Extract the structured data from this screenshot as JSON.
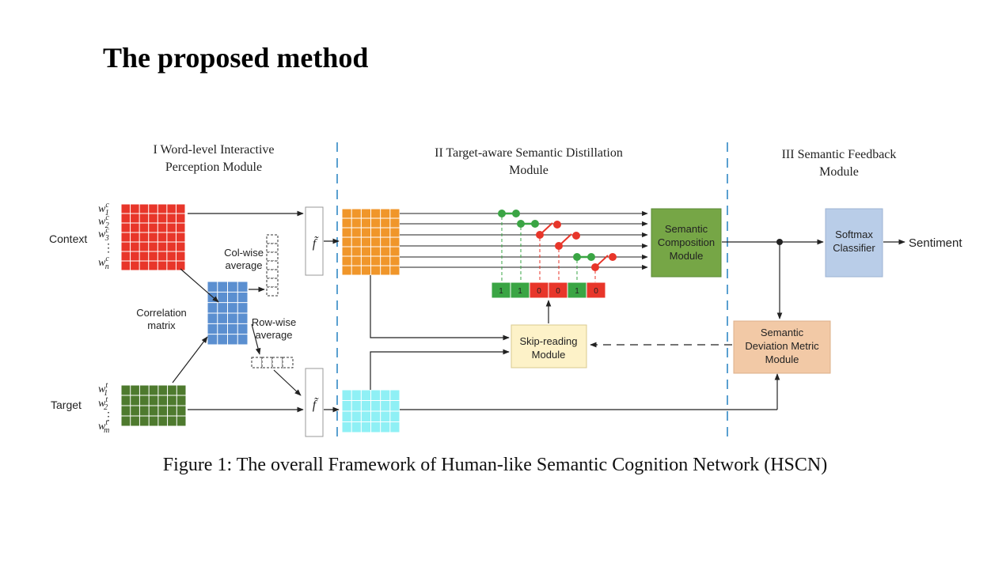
{
  "title": "The proposed method",
  "modules": {
    "m1_line1": "I  Word-level Interactive",
    "m1_line2": "Perception Module",
    "m2_line1": "II  Target-aware Semantic Distillation",
    "m2_line2": "Module",
    "m3_line1": "III Semantic Feedback",
    "m3_line2": "Module"
  },
  "labels": {
    "context": "Context",
    "target": "Target",
    "correlation_line1": "Correlation",
    "correlation_line2": "matrix",
    "colwise_line1": "Col-wise",
    "colwise_line2": "average",
    "rowwise_line1": "Row-wise",
    "rowwise_line2": "average",
    "f_symbol": "f̃",
    "sentiment": "Sentiment"
  },
  "context_words": [
    "w",
    "w",
    "w",
    "⋮",
    "w"
  ],
  "context_subs": [
    "1",
    "2",
    "3",
    "",
    "n"
  ],
  "context_sup": "c",
  "target_words": [
    "w",
    "w",
    "⋮",
    "w"
  ],
  "target_subs": [
    "1",
    "2",
    "",
    "m"
  ],
  "target_sup": "t",
  "boxes": {
    "composition_line1": "Semantic",
    "composition_line2": "Composition",
    "composition_line3": "Module",
    "softmax_line1": "Softmax",
    "softmax_line2": "Classifier",
    "skip_line1": "Skip-reading",
    "skip_line2": "Module",
    "deviation_line1": "Semantic",
    "deviation_line2": "Deviation Metric",
    "deviation_line3": "Module"
  },
  "gate_bits": [
    "1",
    "1",
    "0",
    "0",
    "1",
    "0"
  ],
  "colors": {
    "context_matrix": "#e8362a",
    "correlation_matrix": "#5b8fd0",
    "target_matrix": "#4e7a2e",
    "context_repr": "#f0962a",
    "target_repr": "#8ff0f5",
    "composition": "#76a646",
    "softmax": "#b9cde8",
    "skip_reading": "#fdf2c8",
    "deviation": "#f2c9a6",
    "gate_on": "#3aa544",
    "gate_off": "#e8362a",
    "divider": "#5aa0d0"
  },
  "caption": "Figure 1: The overall Framework of Human-like Semantic Cognition Network (HSCN)"
}
